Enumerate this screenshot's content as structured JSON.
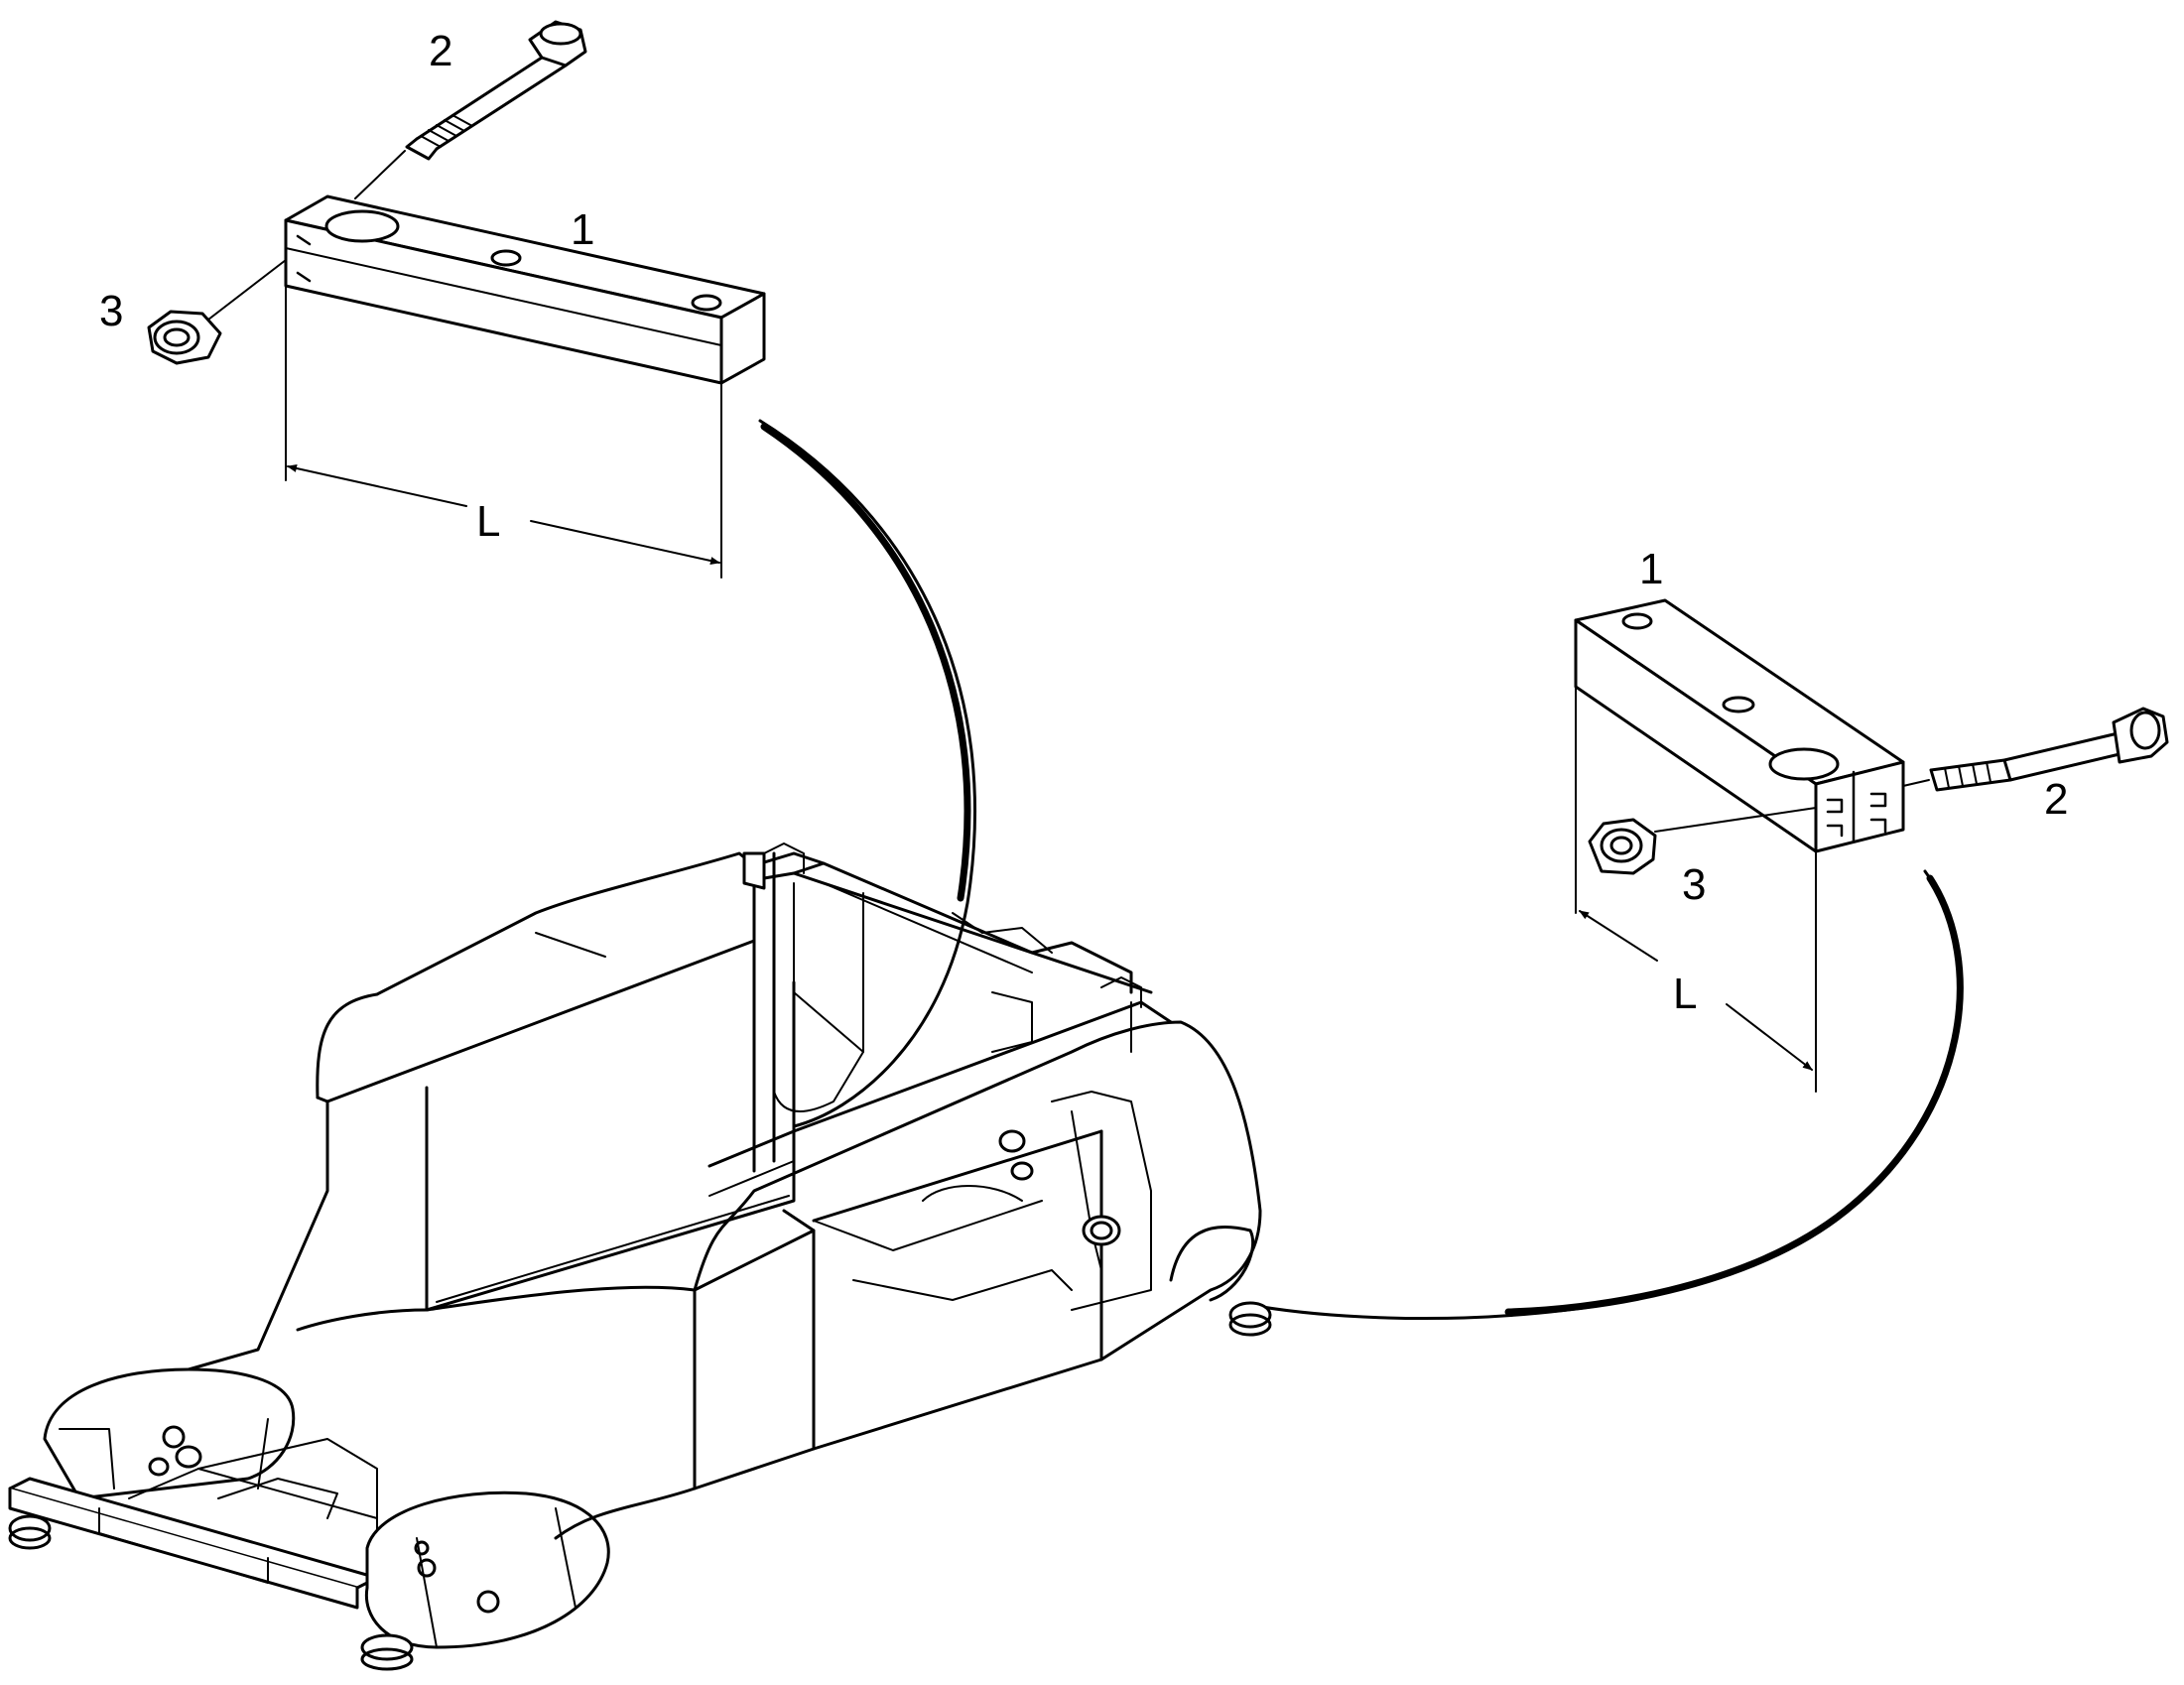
{
  "diagram": {
    "left_assembly": {
      "spacer_callout": "1",
      "bolt_callout": "2",
      "nut_callout": "3",
      "length_callout": "L"
    },
    "right_assembly": {
      "spacer_callout": "1",
      "bolt_callout": "2",
      "nut_callout": "3",
      "length_callout": "L"
    },
    "colors": {
      "line": "#000000",
      "background": "#ffffff"
    }
  }
}
